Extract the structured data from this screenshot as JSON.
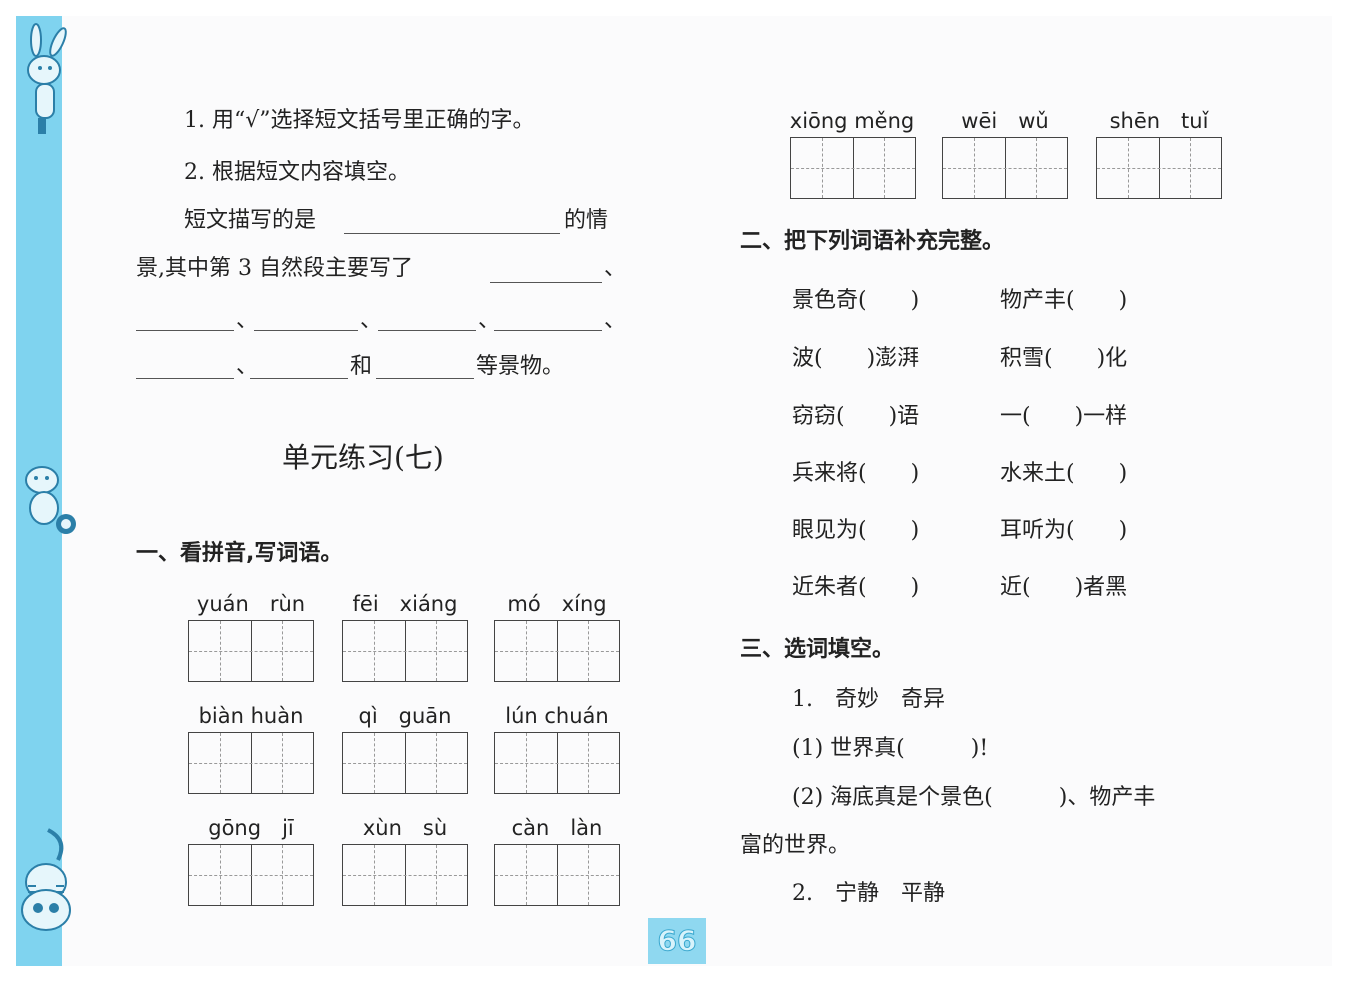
{
  "left": {
    "q1": "1. 用“√”选择短文括号里正确的字。",
    "q2": "2. 根据短文内容填空。",
    "fill_line1_a": "短文描写的是",
    "fill_line1_b": "的情",
    "fill_line2": "景,其中第 3 自然段主要写了",
    "sep": "、",
    "and": "和",
    "end": "等景物。",
    "unit_title": "单元练习(七)",
    "section1": "一、看拼音,写词语。",
    "pinyin": [
      "yuán　rùn",
      "fēi　xiáng",
      "mó　xíng",
      "biàn huàn",
      "qì　guān",
      "lún chuán",
      "gōng　jī",
      "xùn　sù",
      "càn　làn"
    ]
  },
  "right": {
    "pinyin": [
      "xiōng měng",
      "wēi　wǔ",
      "shēn　tuǐ"
    ],
    "section2": "二、把下列词语补充完整。",
    "idioms_left": [
      "景色奇(　　)",
      "波(　　)澎湃",
      "窃窃(　　)语",
      "兵来将(　　)",
      "眼见为(　　)",
      "近朱者(　　)"
    ],
    "idioms_right": [
      "物产丰(　　)",
      "积雪(　　)化",
      "一(　　)一样",
      "水来土(　　)",
      "耳听为(　　)",
      "近(　　)者黑"
    ],
    "section3": "三、选词填空。",
    "q1_words": "1.　奇妙　奇异",
    "q1_a": "(1) 世界真(　　　)!",
    "q1_b1": "(2) 海底真是个景色(　　　)、物产丰",
    "q1_b2": "富的世界。",
    "q2_words": "2.　宁静　平静"
  },
  "page_number": "66",
  "colors": {
    "strip": "#7fd3ef",
    "page_badge": "#8fd8f0"
  }
}
